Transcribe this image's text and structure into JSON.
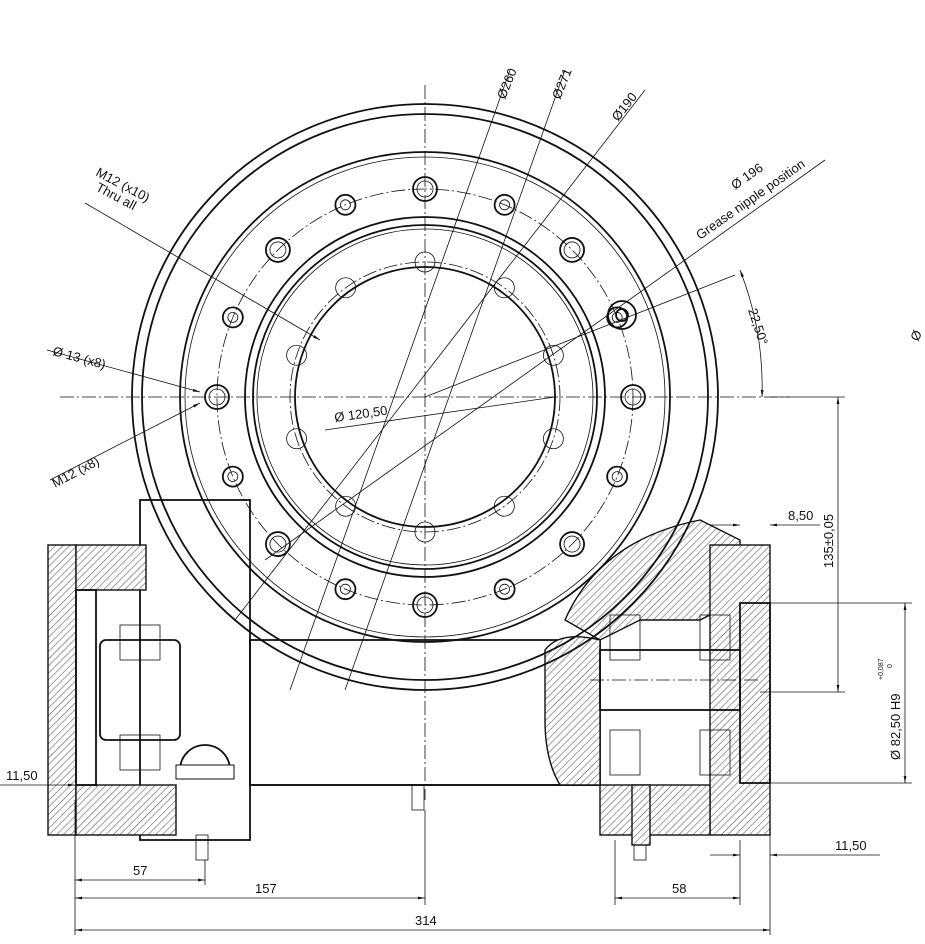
{
  "drawing": {
    "labels": {
      "d260": "Ø260",
      "d271": "Ø271",
      "d190": "Ø190",
      "d196": "Ø 196",
      "grease": "Grease nipple position",
      "angle": "22,50°",
      "m12x10": "M12 (x10)",
      "thru": "Thru all",
      "d13": "Ø 13 (x8)",
      "m12x8": "M12 (x8)",
      "d120": "Ø 120,50",
      "partial_phi": "Ø"
    },
    "dimensions": {
      "d8_50": "8,50",
      "d135": "135±0,05",
      "d82": "Ø 82,50 H9",
      "tol_upper": "+0,087",
      "tol_lower": "0",
      "left_11_50": "11,50",
      "right_11_50": "11,50",
      "d57": "57",
      "d157": "157",
      "d58": "58",
      "d314": "314"
    }
  }
}
